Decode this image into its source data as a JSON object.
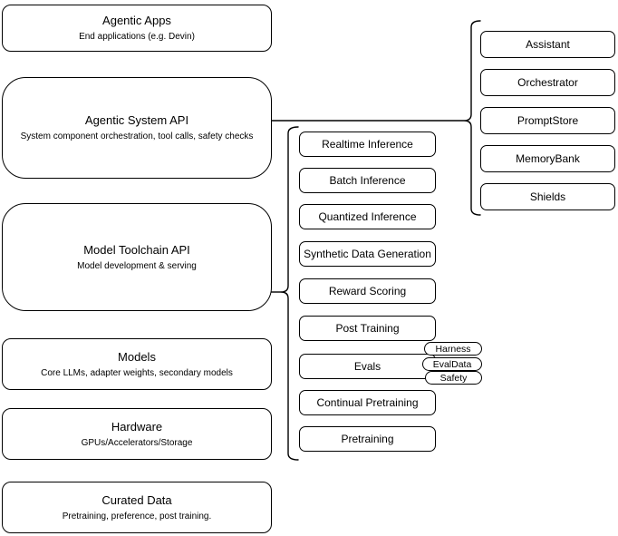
{
  "diagram": {
    "left_column": [
      {
        "title": "Agentic Apps",
        "subtitle": "End applications (e.g. Devin)"
      },
      {
        "title": "Agentic System API",
        "subtitle": "System component orchestration, tool calls, safety checks"
      },
      {
        "title": "Model Toolchain API",
        "subtitle": "Model development & serving"
      },
      {
        "title": "Models",
        "subtitle": "Core LLMs, adapter weights, secondary models"
      },
      {
        "title": "Hardware",
        "subtitle": "GPUs/Accelerators/Storage"
      },
      {
        "title": "Curated Data",
        "subtitle": "Pretraining, preference, post training."
      }
    ],
    "toolchain_services": [
      "Realtime Inference",
      "Batch Inference",
      "Quantized Inference",
      "Synthetic Data Generation",
      "Reward Scoring",
      "Post Training",
      "Evals",
      "Continual Pretraining",
      "Pretraining"
    ],
    "evals_tags": [
      "Harness",
      "EvalData",
      "Safety"
    ],
    "system_components": [
      "Assistant",
      "Orchestrator",
      "PromptStore",
      "MemoryBank",
      "Shields"
    ],
    "colors": {
      "stroke": "#000000",
      "fill": "#ffffff",
      "background": "#ffffff",
      "text": "#000000"
    }
  }
}
